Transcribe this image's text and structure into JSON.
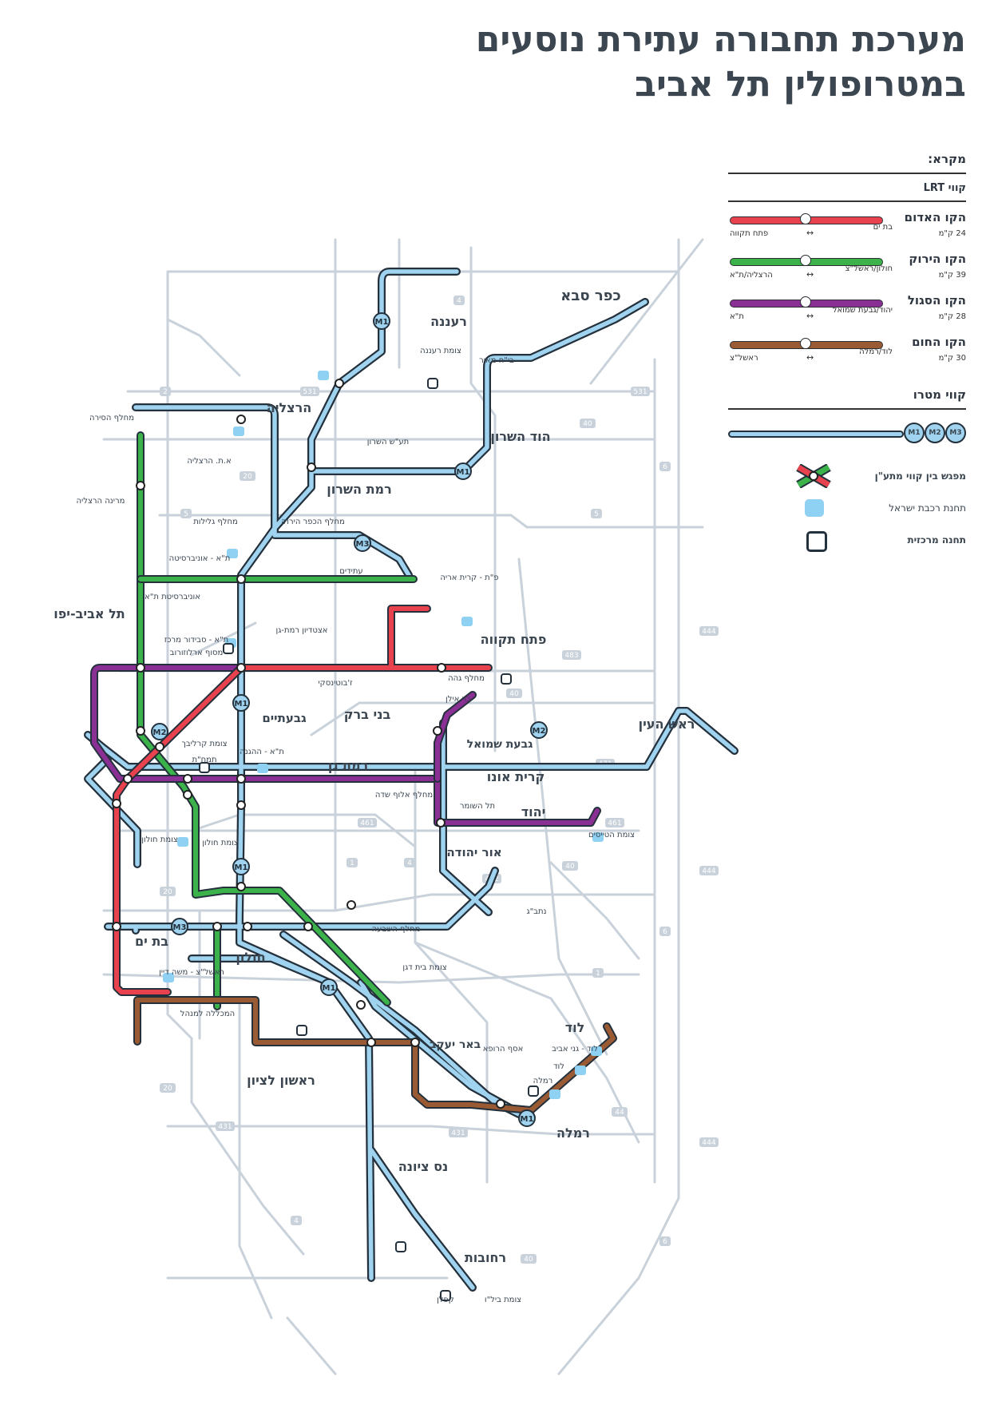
{
  "title": {
    "line1": "מערכת תחבורה עתירת נוסעים",
    "line2": "במטרופולין תל אביב"
  },
  "legend": {
    "heading": "מקרא:",
    "lrt_heading": "קווי LRT",
    "lines": [
      {
        "name": "הקו האדום",
        "length": "24 ק\"מ",
        "from": "בת ים",
        "to": "פתח תקווה",
        "color": "#e8424f"
      },
      {
        "name": "הקו הירוק",
        "length": "39 ק\"מ",
        "from": "חולון/ראשל\"צ",
        "to": "הרצליה/ת\"א",
        "color": "#3cb34a"
      },
      {
        "name": "הקו הסגול",
        "length": "28 ק\"מ",
        "from": "יהוד/גבעת שמואל",
        "to": "ת\"א",
        "color": "#8a2f93"
      },
      {
        "name": "הקו החום",
        "length": "30 ק\"מ",
        "from": "לוד/רמלה",
        "to": "ראשל\"צ",
        "color": "#9a5b34"
      }
    ],
    "arrow": "↔",
    "metro_heading": "קווי מטרו",
    "metro_badges": [
      "M1",
      "M2",
      "M3"
    ],
    "interchange_label": "מפגש בין קווי מתע\"ן",
    "rail_label": "תחנת רכבת ישראל",
    "bus_label": "תחנה מרכזית"
  },
  "colors": {
    "red": "#e8424f",
    "green": "#3cb34a",
    "purple": "#8a2f93",
    "brown": "#9a5b34",
    "metro": "#9fd3ef",
    "road": "#c9d2da",
    "text": "#3b4651"
  },
  "cities": [
    "כפר סבא",
    "רעננה",
    "הרצליה",
    "הוד השרון",
    "רמת השרון",
    "תל אביב-יפו",
    "פתח תקווה",
    "בני ברק",
    "גבעתיים",
    "רמת גן",
    "גבעת שמואל",
    "ראש העין",
    "קרית אונו",
    "יהוד",
    "אור יהודה",
    "בת ים",
    "חולון",
    "באר יעקב",
    "לוד",
    "ראשון לציון",
    "רמלה",
    "נס ציונה",
    "רחובות"
  ],
  "places": [
    "מחלף הסירה",
    "מרינה הרצליה",
    "א.ת. הרצליה",
    "מחלף גלילות",
    "מחלף הכפר הירוק",
    "ת\"א - אוניברסיטה",
    "עתידים",
    "צומת רעננה",
    "בי\"ח מאיר",
    "תע\"ש השרון",
    "פ\"ת - קרית אריה",
    "אוניברסיטת ת\"א",
    "ת\"א - סבידור מרכז",
    "מסוף ארלוזורוב",
    "אצטדיון רמת-גן",
    "ז'בוטינסקי",
    "מחלף גהה",
    "בר אילן",
    "צומת קרליבך",
    "ת\"א - ההגנה",
    "תמח\"ת",
    "מחלף אלוף שדה",
    "תל השומר",
    "צומת חולון",
    "צומת חולון",
    "צומת הטייסים",
    "נתב\"ג",
    "מחלף השבעה",
    "ראשל\"צ - משה דיין",
    "צומת בית דגן",
    "המכללה למנהל",
    "אסף הרופא",
    "לוד - גני אביב",
    "לוד",
    "רמלה",
    "קפלן",
    "צומת ביל\"ו"
  ],
  "roads": [
    "4",
    "531",
    "531",
    "2",
    "20",
    "5",
    "5",
    "40",
    "6",
    "444",
    "483",
    "40",
    "471",
    "461",
    "461",
    "1",
    "4",
    "412",
    "40",
    "20",
    "444",
    "6",
    "1",
    "44",
    "431",
    "431",
    "444",
    "4",
    "6",
    "40",
    "20"
  ],
  "metro_labels": [
    "M1",
    "M1",
    "M1",
    "M1",
    "M1",
    "M1",
    "M2",
    "M2",
    "M3",
    "M3"
  ]
}
